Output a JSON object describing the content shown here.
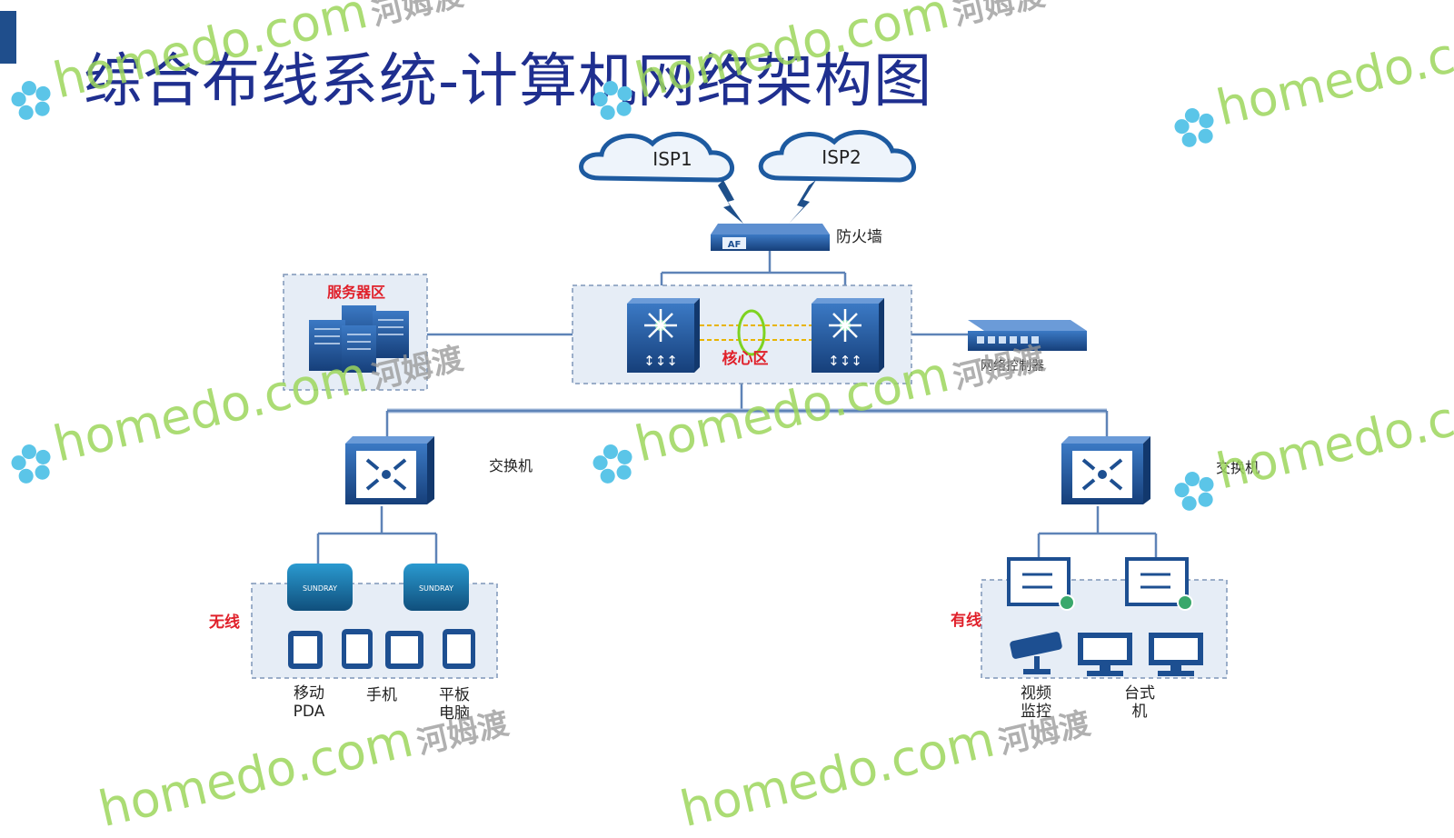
{
  "title": "综合布线系统-计算机网络架构图",
  "colors": {
    "title": "#1f2f8f",
    "accent": "#1f4e8c",
    "device": "#1d4f91",
    "zone_border": "#7f96b8",
    "zone_fill": "#e6edf6",
    "red_label": "#e0202a"
  },
  "clouds": [
    {
      "label": "ISP1"
    },
    {
      "label": "ISP2"
    }
  ],
  "firewall": {
    "label": "防火墙",
    "badge": "AF"
  },
  "server_zone": {
    "label": "服务器区"
  },
  "core_zone": {
    "label": "核心区"
  },
  "network_controller": {
    "label": "网络控制器"
  },
  "switches": [
    {
      "label": "交换机"
    },
    {
      "label": "交换机"
    }
  ],
  "wireless": {
    "label": "无线",
    "ap_badge": "SUNDRAY",
    "devices": [
      {
        "line1": "移动",
        "line2": "PDA"
      },
      {
        "line1": "手机",
        "line2": ""
      },
      {
        "line1": "平板",
        "line2": "电脑"
      }
    ]
  },
  "wired": {
    "label": "有线",
    "devices": [
      {
        "line1": "视频",
        "line2": "监控"
      },
      {
        "line1": "台式",
        "line2": "机"
      }
    ]
  },
  "watermark": {
    "brand": "homedo",
    "domain": ".com",
    "cn": "河姆渡"
  }
}
